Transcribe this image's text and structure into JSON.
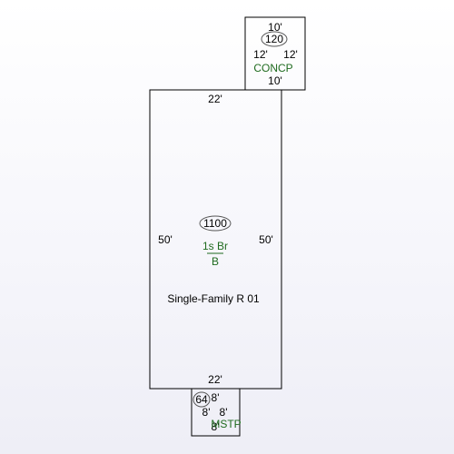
{
  "main_house": {
    "top_dim": "22'",
    "bottom_dim": "22'",
    "left_dim": "50'",
    "right_dim": "50'",
    "area": "1100",
    "code_top": "1s Br",
    "code_bottom": "B",
    "description": "Single-Family R 01"
  },
  "porch": {
    "top_dim": "10'",
    "bottom_dim": "10'",
    "left_dim": "12'",
    "right_dim": "12'",
    "area": "120",
    "code": "CONCP"
  },
  "stoop": {
    "top_dim": "8'",
    "bottom_dim": "8'",
    "left_dim": "8'",
    "right_dim": "8'",
    "area": "64",
    "code": "MSTP"
  },
  "colors": {
    "outline": "#000000",
    "code_text": "#1f6b1f"
  }
}
